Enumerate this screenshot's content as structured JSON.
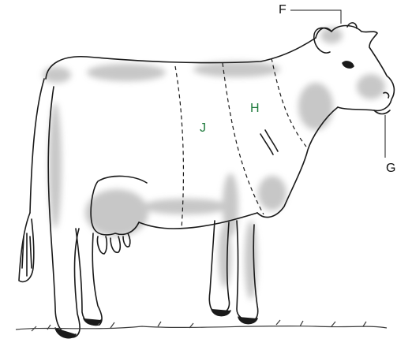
{
  "labels": {
    "F": "F",
    "G": "G",
    "H": "H",
    "J": "J"
  },
  "colors": {
    "label_dark": "#111111",
    "label_green": "#1e7a3c",
    "outline": "#1a1a1a",
    "shading": "#9a9a9a",
    "background": "#ffffff"
  }
}
